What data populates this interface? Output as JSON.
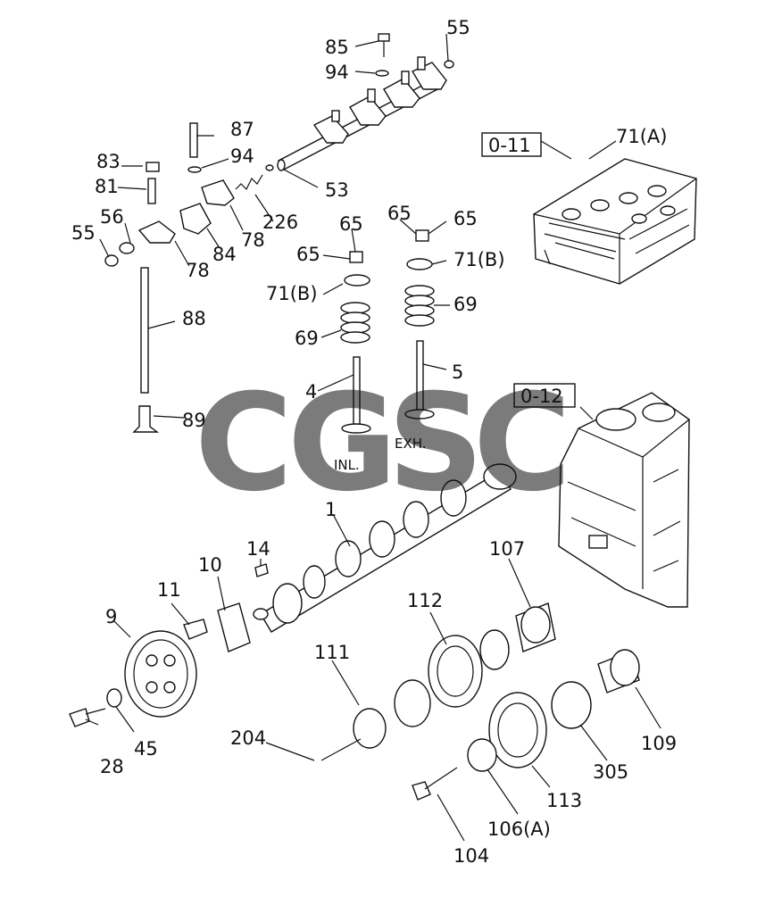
{
  "labels": {
    "p85": "85",
    "p55a": "55",
    "p94a": "94",
    "p87": "87",
    "p94b": "94",
    "p83": "83",
    "p81": "81",
    "p56": "56",
    "p55b": "55",
    "p78a": "78",
    "p84": "84",
    "p78b": "78",
    "p226": "226",
    "p53": "53",
    "p65a": "65",
    "p65b": "65",
    "p65c": "65",
    "p65d": "65",
    "p71Ba": "71(B)",
    "p71Bb": "71(B)",
    "p69a": "69",
    "p69b": "69",
    "p88": "88",
    "p89": "89",
    "p4": "4",
    "p5": "5",
    "inl": "INL.",
    "exh": "EXH.",
    "ref011": "0-11",
    "p71A": "71(A)",
    "ref012": "0-12",
    "p1": "1",
    "p14": "14",
    "p10": "10",
    "p11": "11",
    "p9": "9",
    "p28": "28",
    "p45": "45",
    "p107": "107",
    "p112": "112",
    "p111": "111",
    "p204": "204",
    "p109": "109",
    "p305": "305",
    "p113": "113",
    "p106A": "106(A)",
    "p104": "104"
  },
  "watermark": {
    "letters": [
      "C",
      "G",
      "S",
      "C"
    ],
    "colors": [
      "#6a9bf0",
      "#ef6b67",
      "#f4cd4c",
      "#3aa46f"
    ]
  }
}
